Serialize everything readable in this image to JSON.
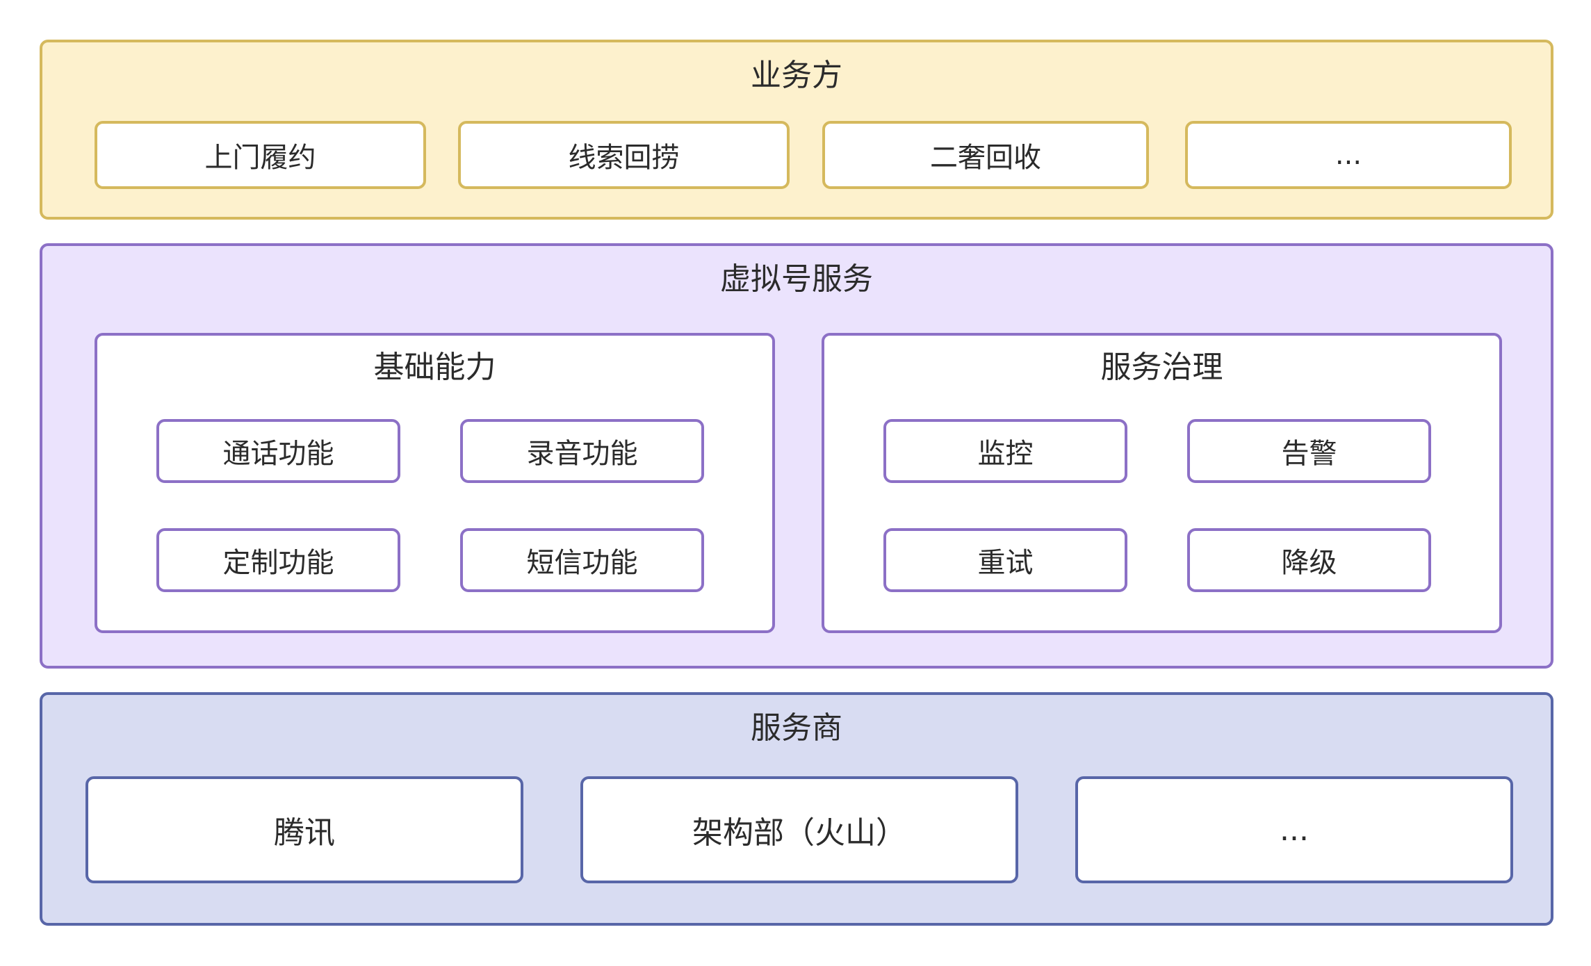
{
  "business_layer": {
    "title": "业务方",
    "items": [
      "上门履约",
      "线索回捞",
      "二奢回收",
      "..."
    ]
  },
  "service_layer": {
    "title": "虚拟号服务",
    "basic_capability": {
      "title": "基础能力",
      "items": [
        "通话功能",
        "录音功能",
        "定制功能",
        "短信功能"
      ]
    },
    "governance": {
      "title": "服务治理",
      "items": [
        "监控",
        "告警",
        "重试",
        "降级"
      ]
    }
  },
  "provider_layer": {
    "title": "服务商",
    "items": [
      "腾讯",
      "架构部（火山）",
      "..."
    ]
  },
  "colors": {
    "business_fill": "#fdf1cd",
    "business_border": "#d5b95d",
    "service_fill": "#ebe3fd",
    "service_border": "#8c70c6",
    "provider_fill": "#d8dcf2",
    "provider_border": "#5866a8"
  }
}
